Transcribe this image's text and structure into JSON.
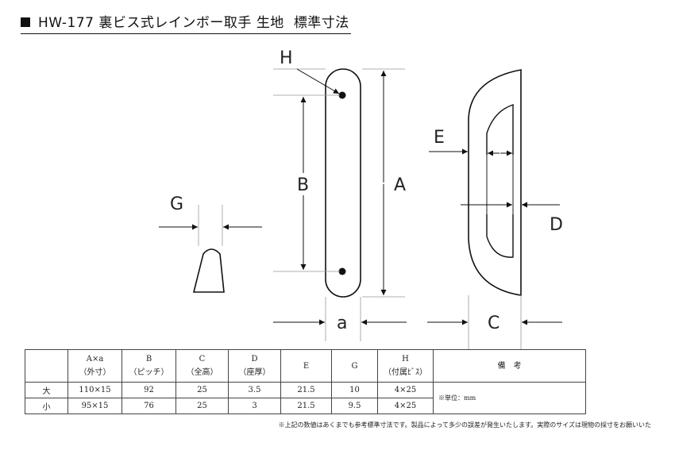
{
  "title": {
    "marker": "■",
    "model": "HW-177",
    "name": "裏ビス式レインボー取手",
    "finish": "生地",
    "subtitle": "標準寸法"
  },
  "labels": {
    "A": "A",
    "B": "B",
    "C": "C",
    "D": "D",
    "E": "E",
    "G": "G",
    "H": "H",
    "a": "a"
  },
  "table": {
    "headers": [
      {
        "line1": "",
        "line2": ""
      },
      {
        "line1": "A×a",
        "line2": "（外寸）"
      },
      {
        "line1": "B",
        "line2": "（ピッチ）"
      },
      {
        "line1": "C",
        "line2": "（全高）"
      },
      {
        "line1": "D",
        "line2": "（座厚）"
      },
      {
        "line1": "E",
        "line2": ""
      },
      {
        "line1": "G",
        "line2": ""
      },
      {
        "line1": "H",
        "line2": "（付属ﾋﾞｽ）"
      },
      {
        "line1": "備　考",
        "line2": ""
      }
    ],
    "rows": [
      {
        "size": "大",
        "Axa": "110×15",
        "B": "92",
        "C": "25",
        "D": "3.5",
        "E": "21.5",
        "G": "10",
        "H": "4×25"
      },
      {
        "size": "小",
        "Axa": "95×15",
        "B": "76",
        "C": "25",
        "D": "3",
        "E": "21.5",
        "G": "9.5",
        "H": "4×25"
      }
    ],
    "remarks": "※単位：mm"
  },
  "footnote": "※上記の数値はあくまでも参考標準寸法です。製品によって多少の誤差が発生いたします。実際のサイズは現物の採寸をお願いいた"
}
